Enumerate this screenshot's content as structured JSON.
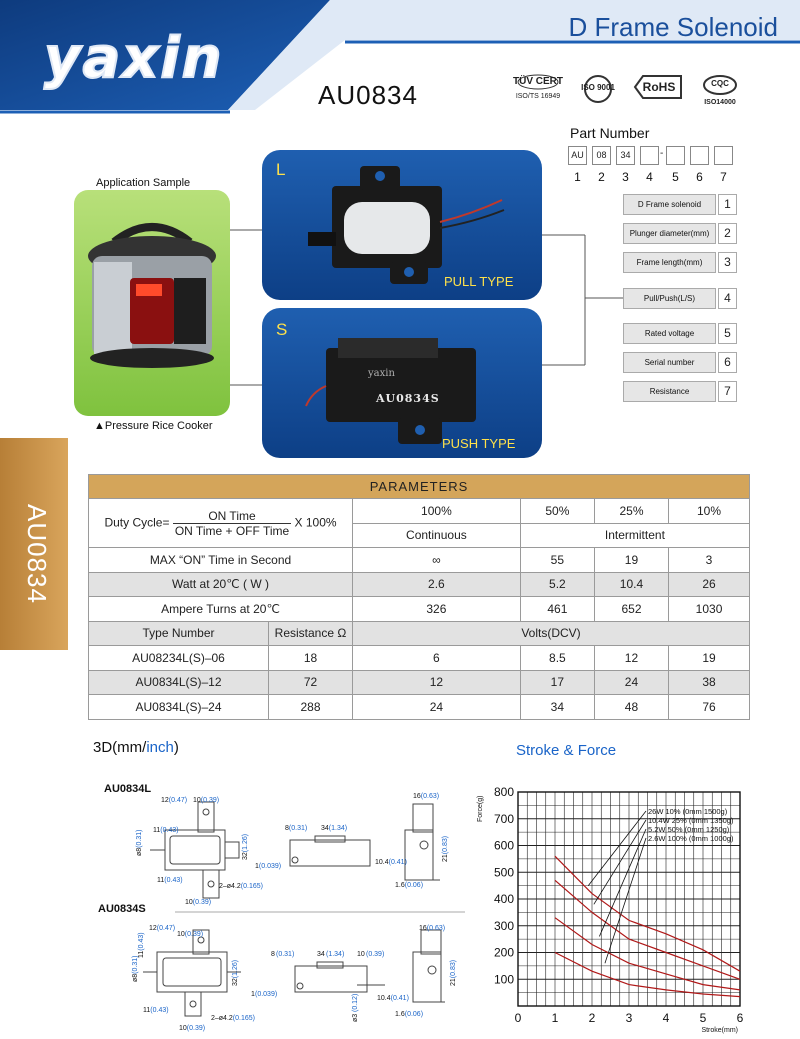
{
  "header": {
    "logo": "yaxin",
    "title": "D Frame Solenoid",
    "model": "AU0834"
  },
  "certifications": [
    {
      "icon": "tuv-cert-icon",
      "label": "TÜV CERT",
      "sub": "ISO/TS 16949"
    },
    {
      "icon": "iso9001-icon",
      "label": "ISO 9001",
      "sub": ""
    },
    {
      "icon": "rohs-icon",
      "label": "RoHS",
      "sub": ""
    },
    {
      "icon": "iso14000-icon",
      "label": "CQC",
      "sub": "ISO14000"
    }
  ],
  "part_number": {
    "label": "Part Number",
    "boxes": [
      "AU",
      "08",
      "34",
      "",
      "",
      "",
      ""
    ],
    "indices": [
      "1",
      "2",
      "3",
      "4",
      "5",
      "6",
      "7"
    ],
    "separator": "-",
    "legend": [
      {
        "label": "D Frame solenoid",
        "num": "1"
      },
      {
        "label": "Plunger diameter(mm)",
        "num": "2"
      },
      {
        "label": "Frame length(mm)",
        "num": "3"
      },
      {
        "label": "Pull/Push(L/S)",
        "num": "4"
      },
      {
        "label": "Rated voltage",
        "num": "5"
      },
      {
        "label": "Serial number",
        "num": "6"
      },
      {
        "label": "Resistance",
        "num": "7"
      }
    ]
  },
  "application": {
    "label": "Application Sample",
    "caption": "▲Pressure Rice Cooker"
  },
  "types": [
    {
      "letter": "L",
      "name": "PULL TYPE"
    },
    {
      "letter": "S",
      "name": "PUSH TYPE",
      "engraving": "AU0834S",
      "logo": "yaxin"
    }
  ],
  "side_tab": "AU0834",
  "parameters": {
    "title": "PARAMETERS",
    "duty_cycle": {
      "prefix": "Duty Cycle=",
      "numerator": "ON Time",
      "denominator": "ON Time + OFF Time",
      "suffix": "X 100%"
    },
    "duty_values": [
      "100%",
      "50%",
      "25%",
      "10%"
    ],
    "modes": [
      "Continuous",
      "Intermittent"
    ],
    "rows": [
      {
        "label": "MAX “ON” Time in Second",
        "values": [
          "∞",
          "55",
          "19",
          "3"
        ]
      },
      {
        "label": "Watt at 20℃ ( W )",
        "values": [
          "2.6",
          "5.2",
          "10.4",
          "26"
        ]
      },
      {
        "label": "Ampere Turns at 20℃",
        "values": [
          "326",
          "461",
          "652",
          "1030"
        ]
      }
    ],
    "type_header": {
      "type": "Type Number",
      "resistance": "Resistance Ω",
      "volts": "Volts(DCV)"
    },
    "types": [
      {
        "type": "AU08234L(S)–06",
        "resistance": "18",
        "volts": [
          "6",
          "8.5",
          "12",
          "19"
        ]
      },
      {
        "type": "AU0834L(S)–12",
        "resistance": "72",
        "volts": [
          "12",
          "17",
          "24",
          "38"
        ]
      },
      {
        "type": "AU0834L(S)–24",
        "resistance": "288",
        "volts": [
          "24",
          "34",
          "48",
          "76"
        ]
      }
    ]
  },
  "dimensions": {
    "title_mm": "3D(mm/",
    "title_inch": "inch",
    "title_end": ")",
    "models": [
      "AU0834L",
      "AU0834S"
    ],
    "labels": {
      "l_top_a": "12",
      "l_top_a_in": "(0.47)",
      "l_top_b": "10",
      "l_top_b_in": "(0.39)",
      "l_side_a": "11",
      "l_side_a_in": "(0.43)",
      "l_left": "ø8",
      "l_left_in": "(0.31)",
      "l_height": "32",
      "l_height_in": "(1.26)",
      "l_bot_a": "11",
      "l_bot_a_in": "(0.43)",
      "l_bot_b": "10",
      "l_bot_b_in": "(0.39)",
      "l_hole": "2–ø4.2",
      "l_hole_in": "(0.165)",
      "l_mid_a": "8",
      "l_mid_a_in": "(0.31)",
      "l_mid_b": "34",
      "l_mid_b_in": "(1.34)",
      "l_mid_c": "1",
      "l_mid_c_in": "(0.039)",
      "l_r_a": "16",
      "l_r_a_in": "(0.63)",
      "l_r_b": "21",
      "l_r_b_in": "(0.83)",
      "l_r_c": "10.4",
      "l_r_c_in": "(0.41)",
      "l_r_d": "1.6",
      "l_r_d_in": "(0.06)",
      "s_mid_a": "8",
      "s_mid_a_in": "(0.31)",
      "s_mid_b": "34",
      "s_mid_b_in": "(1.34)",
      "s_mid_c": "10",
      "s_mid_c_in": "(0.39)",
      "s_mid_d": "1",
      "s_mid_d_in": "(0.039)",
      "s_mid_e": "ø3",
      "s_mid_e_in": "(0.12)"
    }
  },
  "chart_data": {
    "type": "line",
    "title": "Stroke & Force",
    "xlabel": "Stroke(mm)",
    "ylabel": "Force(g)",
    "xlim": [
      0,
      6
    ],
    "ylim": [
      0,
      800
    ],
    "xticks": [
      "0",
      "1",
      "2",
      "3",
      "4",
      "5",
      "6"
    ],
    "yticks": [
      "100",
      "200",
      "300",
      "400",
      "500",
      "600",
      "700",
      "800"
    ],
    "grid": true,
    "legend_position": "top-right",
    "series": [
      {
        "name": "26W 10% (0mm 1500g)",
        "x": [
          1,
          2,
          3,
          4,
          5,
          6
        ],
        "y": [
          560,
          420,
          320,
          270,
          210,
          130
        ]
      },
      {
        "name": "10.4W 25% (0mm 1350g)",
        "x": [
          1,
          2,
          3,
          4,
          5,
          6
        ],
        "y": [
          470,
          350,
          250,
          200,
          150,
          100
        ]
      },
      {
        "name": "5.2W 50% (0mm 1250g)",
        "x": [
          1,
          2,
          3,
          4,
          5,
          6
        ],
        "y": [
          330,
          230,
          160,
          120,
          80,
          60
        ]
      },
      {
        "name": "2.6W 100% (0mm 1000g)",
        "x": [
          1,
          2,
          3,
          4,
          5,
          6
        ],
        "y": [
          200,
          130,
          80,
          60,
          45,
          35
        ]
      }
    ]
  }
}
